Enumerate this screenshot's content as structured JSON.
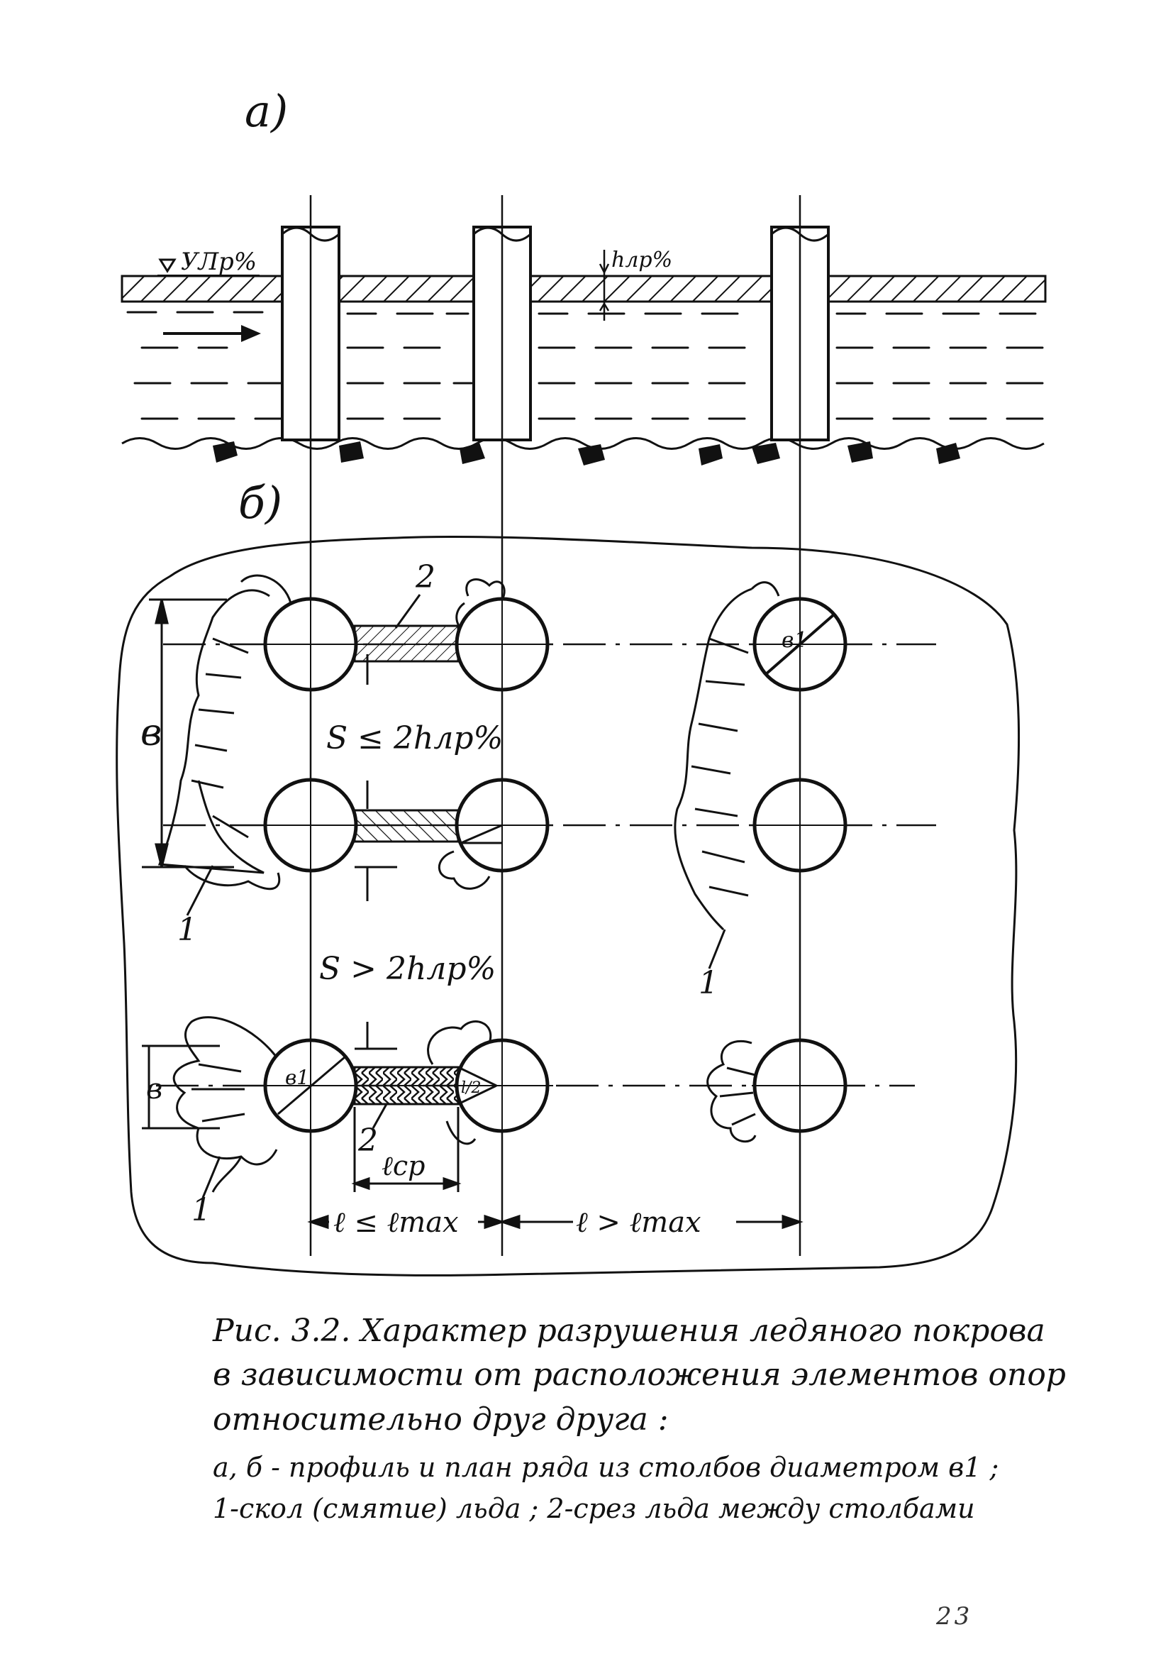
{
  "figure": {
    "part_a_label": "а)",
    "part_b_label": "б)",
    "water_level_label": "УЛр%",
    "ice_thickness_label": "hлр%",
    "label_2": "2",
    "label_1": "1",
    "label_b": "в",
    "label_b1": "в1",
    "label_s_le": "S ≤ 2hлр%",
    "label_s_gt": "S > 2hлр%",
    "label_lcp": "ℓср",
    "label_l_le": "ℓ ≤ ℓmax",
    "label_l_gt": "ℓ > ℓmax",
    "label_half": "l/2"
  },
  "caption": {
    "line1": "Рис. 3.2. Характер разрушения ледяного покрова",
    "line2": "в зависимости от расположения элементов опор",
    "line3": "относительно друг друга :",
    "line4": "а, б - профиль и план ряда из столбов диаметром в1 ;",
    "line5": "1-скол (смятие) льда ; 2-срез льда между столбами"
  },
  "page_number": "23"
}
